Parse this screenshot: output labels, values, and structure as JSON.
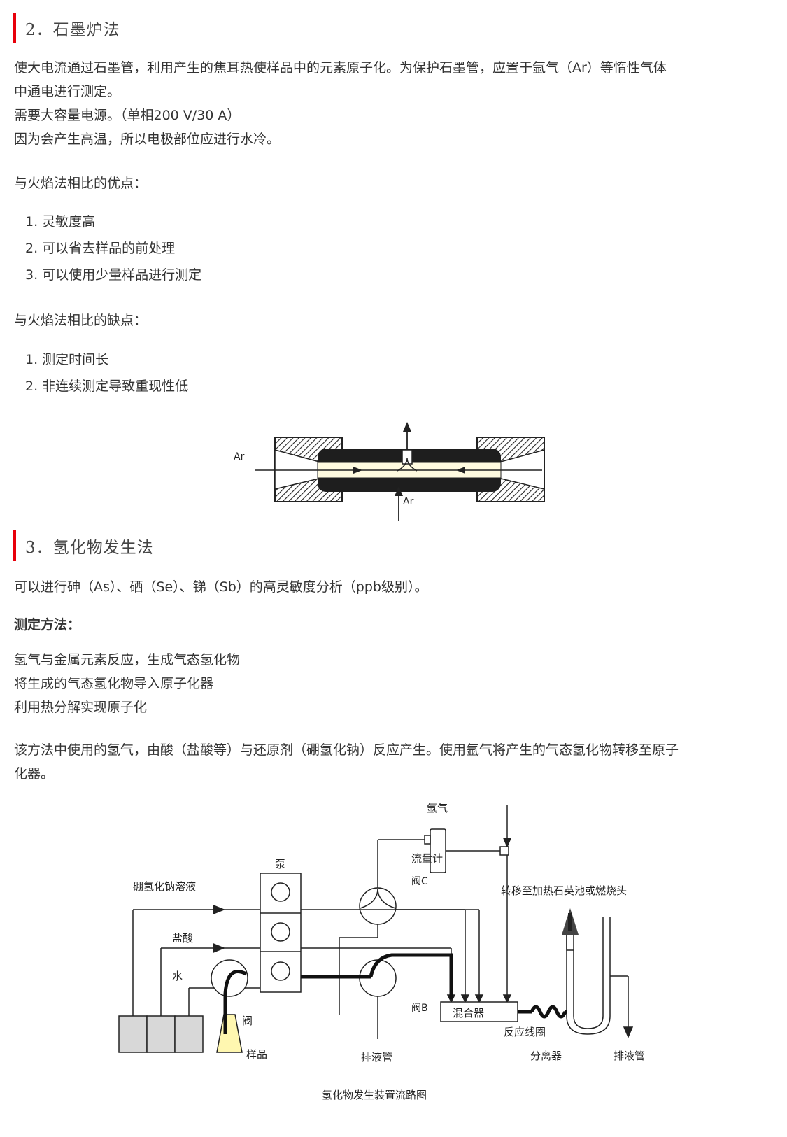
{
  "section2": {
    "heading": "2．石墨炉法",
    "paragraphs": [
      "使大电流通过石墨管，利用产生的焦耳热使样品中的元素原子化。为保护石墨管，应置于氩气（Ar）等惰性气体",
      "中通电进行测定。",
      "需要大容量电源。（单相200 V/30 A）",
      "因为会产生高温，所以电极部位应进行水冷。"
    ],
    "advantages_title": "与火焰法相比的优点：",
    "advantages": [
      "1. 灵敏度高",
      "2. 可以省去样品的前处理",
      "3. 可以使用少量样品进行测定"
    ],
    "disadvantages_title": "与火焰法相比的缺点：",
    "disadvantages": [
      "1. 测定时间长",
      "2. 非连续测定导致重现性低"
    ],
    "furnace_diagram": {
      "label_left": "Ar",
      "label_bottom": "Ar"
    }
  },
  "section3": {
    "heading": "3．氢化物发生法",
    "intro": "可以进行砷（As）、硒（Se）、锑（Sb）的高灵敏度分析（ppb级别）。",
    "method_title": "测定方法：",
    "method_steps": [
      "氢气与金属元素反应，生成气态氢化物",
      "将生成的气态氢化物导入原子化器",
      "利用热分解实现原子化"
    ],
    "description_lines": [
      "该方法中使用的氢气，由酸（盐酸等）与还原剂（硼氢化钠）反应产生。使用氩气将产生的气态氢化物转移至原子",
      "化器。"
    ],
    "flow_diagram": {
      "argon": "氩气",
      "flowmeter": "流量计",
      "valve_c": "阀C",
      "pump": "泵",
      "nabh4": "硼氢化钠溶液",
      "hcl": "盐酸",
      "water": "水",
      "transfer": "转移至加热石英池或燃烧头",
      "mixer": "混合器",
      "coil": "反应线圈",
      "valve_b": "阀B",
      "valve": "阀",
      "sample": "样品",
      "drain1": "排液管",
      "separator": "分离器",
      "drain2": "排液管"
    },
    "caption": "氢化物发生装置流路图"
  }
}
